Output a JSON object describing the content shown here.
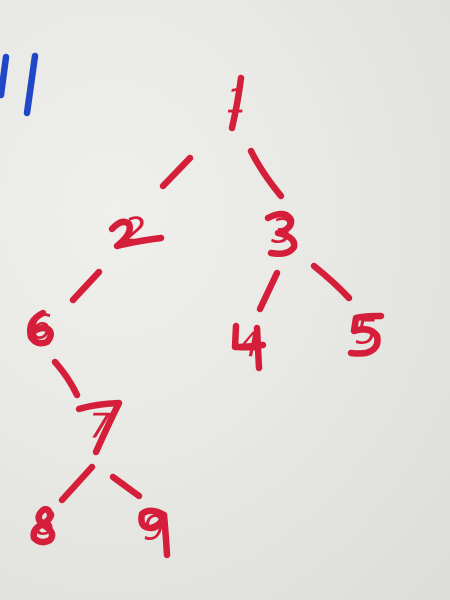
{
  "scene": {
    "surface": "whiteboard",
    "ink_colors": {
      "tree": "#d51f3a",
      "corner_mark": "#1f47c7"
    }
  },
  "tree": {
    "nodes": [
      {
        "id": "n1",
        "label": "1"
      },
      {
        "id": "n2",
        "label": "2"
      },
      {
        "id": "n3",
        "label": "3"
      },
      {
        "id": "n4",
        "label": "4"
      },
      {
        "id": "n5",
        "label": "5"
      },
      {
        "id": "n6",
        "label": "6"
      },
      {
        "id": "n7",
        "label": "7"
      },
      {
        "id": "n8",
        "label": "8"
      },
      {
        "id": "n9",
        "label": "9"
      }
    ],
    "edges": [
      {
        "from": "1",
        "to": "2"
      },
      {
        "from": "1",
        "to": "3"
      },
      {
        "from": "2",
        "to": "6"
      },
      {
        "from": "3",
        "to": "4"
      },
      {
        "from": "3",
        "to": "5"
      },
      {
        "from": "6",
        "to": "7"
      },
      {
        "from": "7",
        "to": "8"
      },
      {
        "from": "7",
        "to": "9"
      }
    ]
  }
}
